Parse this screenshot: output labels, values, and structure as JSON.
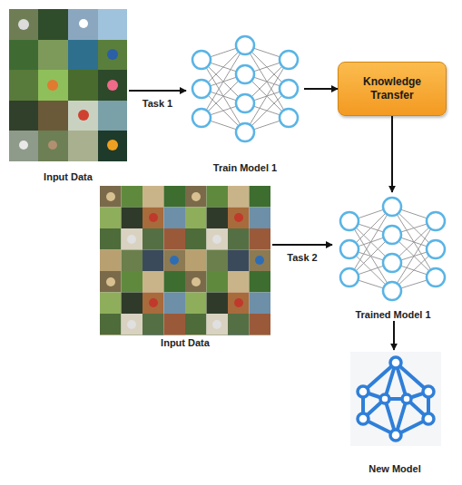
{
  "diagram": {
    "nodes": [
      {
        "text": [
          "Input Data"
        ]
      },
      {
        "text": [
          "Train Model 1"
        ]
      },
      {
        "text": [
          "Knowledge Transfer"
        ]
      },
      {
        "text": [
          "Input Data"
        ]
      },
      {
        "text": [
          "Trained Model 1"
        ]
      },
      {
        "text": [
          "New Model"
        ]
      }
    ],
    "edges": [
      {
        "from": 0,
        "to": 1,
        "label": "Task 1",
        "arrow": "to"
      },
      {
        "from": 1,
        "to": 2,
        "arrow": "to"
      },
      {
        "from": 2,
        "to": 4,
        "arrow": "to"
      },
      {
        "from": 3,
        "to": 4,
        "label": "Task 2",
        "arrow": "to"
      },
      {
        "from": 4,
        "to": 5,
        "arrow": "to"
      }
    ]
  }
}
